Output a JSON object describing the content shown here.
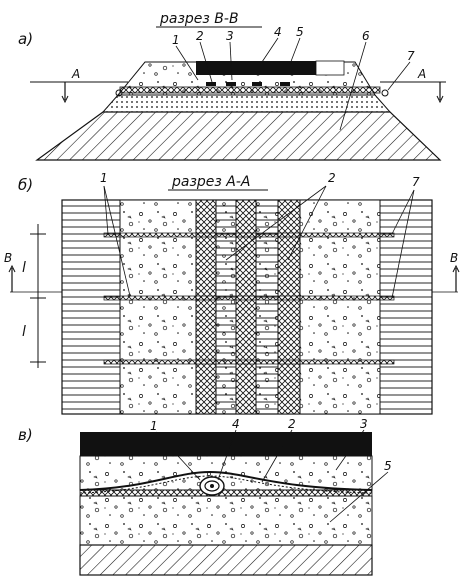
{
  "panels": {
    "a": {
      "letter": "а)",
      "title": "разрез В-В",
      "section_marks": [
        "А",
        "А"
      ],
      "callouts": [
        "1",
        "2",
        "3",
        "4",
        "5",
        "6",
        "7"
      ]
    },
    "b": {
      "letter": "б)",
      "title": "разрез А-А",
      "callouts": [
        "1",
        "2",
        "7"
      ],
      "section_marks": [
        "В",
        "В"
      ],
      "dimension_labels": [
        "l",
        "l"
      ]
    },
    "c": {
      "letter": "в)",
      "callouts": [
        "1",
        "4",
        "2",
        "3",
        "5"
      ]
    }
  },
  "colors": {
    "ink": "#111111",
    "paper": "#ffffff"
  }
}
